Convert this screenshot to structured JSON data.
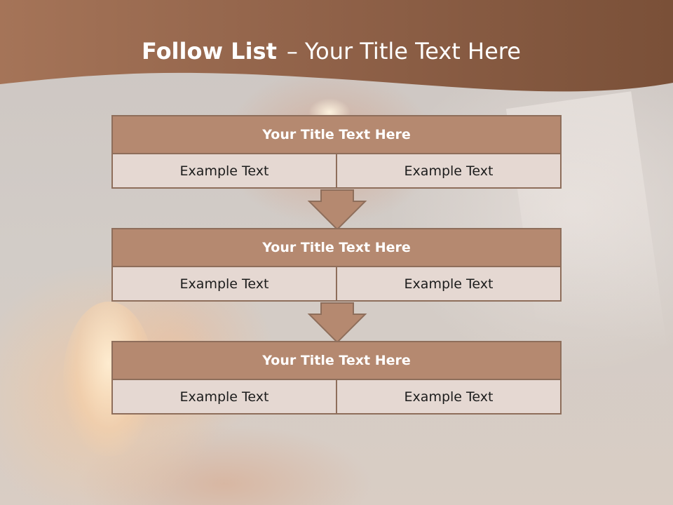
{
  "slide": {
    "title_bold": "Follow List",
    "title_separator": "–",
    "title_rest": "Your Title Text Here"
  },
  "blocks": [
    {
      "title": "Your Title Text Here",
      "left": "Example Text",
      "right": "Example Text"
    },
    {
      "title": "Your Title Text Here",
      "left": "Example Text",
      "right": "Example Text"
    },
    {
      "title": "Your Title Text Here",
      "left": "Example Text",
      "right": "Example Text"
    }
  ],
  "colors": {
    "header_band": "#8d6046",
    "block_title_fill": "#b58970",
    "block_border": "#8e6e5b",
    "cell_fill": "#e5d8d2",
    "arrow_fill": "#b58970"
  },
  "icons": [
    "down-arrow-icon"
  ]
}
